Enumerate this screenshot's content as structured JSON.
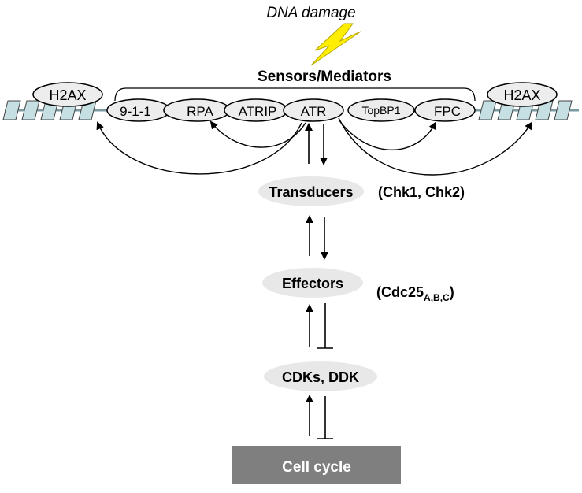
{
  "trigger": {
    "label": "DNA damage",
    "icon": "lightning-bolt-icon"
  },
  "sensors": {
    "title": "Sensors/Mediators",
    "proteins": [
      "9-1-1",
      "RPA",
      "ATRIP",
      "ATR",
      "TopBP1",
      "FPC"
    ]
  },
  "histone": {
    "left": "H2AX",
    "right": "H2AX"
  },
  "transducers": {
    "label": "Transducers",
    "note": "(Chk1, Chk2)"
  },
  "effectors": {
    "label": "Effectors",
    "note_main": "(Cdc25",
    "note_sub": "A,B,C",
    "note_close": ")"
  },
  "cdks": {
    "label": "CDKs, DDK"
  },
  "cell_cycle": {
    "label": "Cell cycle"
  },
  "colors": {
    "bolt": "#ffee00",
    "bolt_stroke": "#b8a800",
    "node_fill": "#e8e8e8",
    "protein_fill": "#ededed",
    "dna_fill": "#c5dfe3",
    "cell_cycle_fill": "#7f7f7f"
  }
}
